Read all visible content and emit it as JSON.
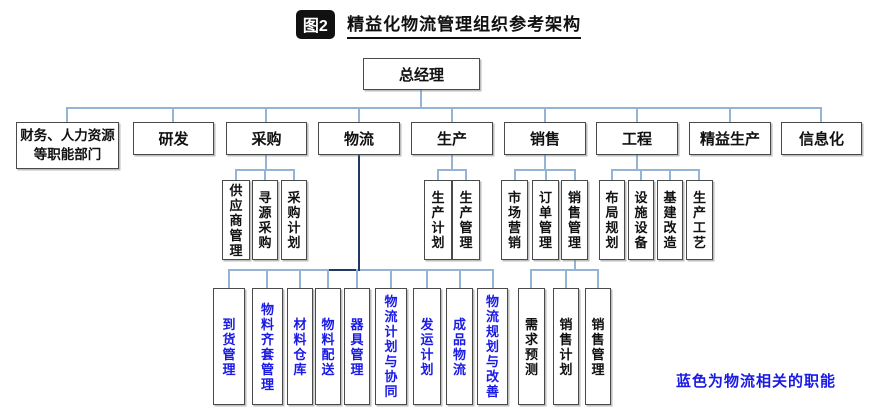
{
  "title": {
    "badge": "图2",
    "text": "精益化物流管理组织参考架构"
  },
  "tree": {
    "root": "总经理",
    "level2": [
      "财务、人力资源等职能部门",
      "研发",
      "采购",
      "物流",
      "生产",
      "销售",
      "工程",
      "精益生产",
      "信息化"
    ],
    "procurement_children": [
      "供应商管理",
      "寻源采购",
      "采购计划"
    ],
    "production_children": [
      "生产计划",
      "生产管理"
    ],
    "sales_children": [
      "市场营销",
      "订单管理",
      "销售管理"
    ],
    "engineering_children": [
      "布局规划",
      "设施设备",
      "基建改造",
      "生产工艺"
    ],
    "logistics_children": [
      "到货管理",
      "物料齐套管理",
      "材料仓库",
      "物料配送",
      "器具管理",
      "物流计划与协同",
      "发运计划",
      "成品物流",
      "物流规划与改善"
    ],
    "sales_management_children": [
      "需求预测",
      "销售计划",
      "销售管理"
    ]
  },
  "note": "蓝色为物流相关的职能",
  "colors": {
    "logistics_text": "#1a1ae6",
    "note_text": "#1a1ae6",
    "connector_light": "#95b3d7",
    "connector_dark": "#1f3864",
    "box_border": "#4a4a4a"
  }
}
